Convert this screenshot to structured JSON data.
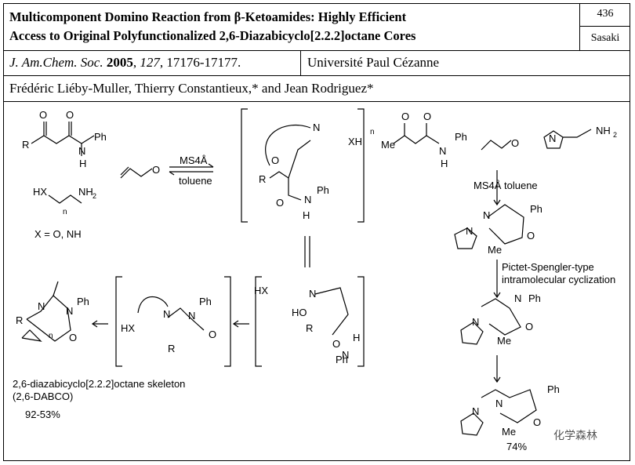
{
  "header": {
    "title_line1": "Multicomponent Domino Reaction from β-Ketoamides: Highly Efficient",
    "title_line2": "Access to Original Polyfunctionalized 2,6-Diazabicyclo[2.2.2]octane Cores",
    "number": "436",
    "presenter": "Sasaki"
  },
  "citation": {
    "journal": "J. Am.Chem. Soc.",
    "year": "2005",
    "volume": "127",
    "pages": "17176-17177.",
    "institution": "Université Paul Cézanne",
    "authors": "Frédéric Liéby-Muller, Thierry Constantieux,* and Jean Rodriguez*"
  },
  "scheme": {
    "conditions_left_top": "MS4Å",
    "conditions_left_bottom": "toluene",
    "variable_note": "X = O, NH",
    "product_caption_1": "2,6-diazabicyclo[2.2.2]octane skeleton",
    "product_caption_2": "(2,6-DABCO)",
    "product_yield": "92-53%",
    "conditions_right": "MS4Å   toluene",
    "cyclization_line1": "Pictet-Spengler-type",
    "cyclization_line2": "intramolecular cyclization",
    "final_yield": "74%",
    "watermark": "化学森林"
  }
}
